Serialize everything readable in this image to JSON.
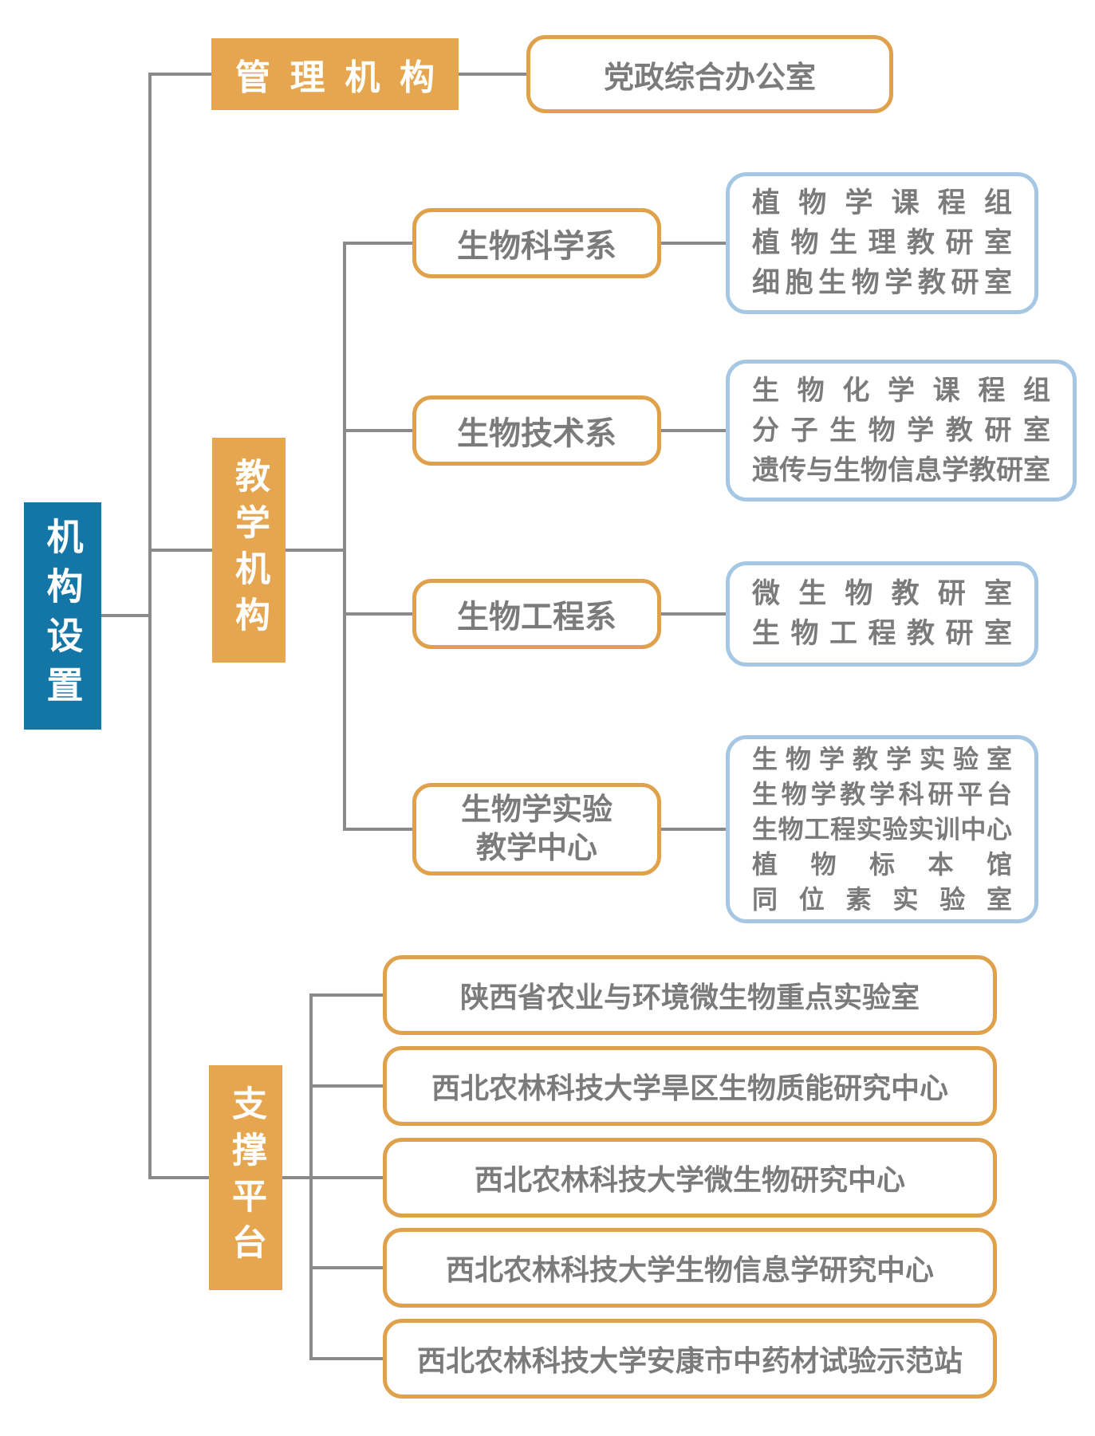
{
  "colors": {
    "root_fill": "#1376A6",
    "orange_fill": "#E6A54F",
    "orange_border": "#DFA14C",
    "blue_border": "#A5C7E4",
    "text_gray": "#7B7B7B",
    "line_gray": "#8A8A8A"
  },
  "root": {
    "label": "机构设置"
  },
  "management": {
    "label": "管理机构",
    "office": "党政综合办公室"
  },
  "teaching": {
    "label": "教学机构",
    "departments": [
      {
        "name": "生物科学系",
        "units": [
          "植物学课程组",
          "植物生理教研室",
          "细胞生物学教研室"
        ]
      },
      {
        "name": "生物技术系",
        "units": [
          "生物化学课程组",
          "分子生物学教研室",
          "遗传与生物信息学教研室"
        ]
      },
      {
        "name": "生物工程系",
        "units": [
          "微生物教研室",
          "生物工程教研室"
        ]
      },
      {
        "name": "生物学实验教学中心",
        "units": [
          "生物学教学实验室",
          "生物学教学科研平台",
          "生物工程实验实训中心",
          "植物标本馆",
          "同位素实验室"
        ]
      }
    ]
  },
  "support": {
    "label": "支撑平台",
    "platforms": [
      "陕西省农业与环境微生物重点实验室",
      "西北农林科技大学旱区生物质能研究中心",
      "西北农林科技大学微生物研究中心",
      "西北农林科技大学生物信息学研究中心",
      "西北农林科技大学安康市中药材试验示范站"
    ]
  }
}
